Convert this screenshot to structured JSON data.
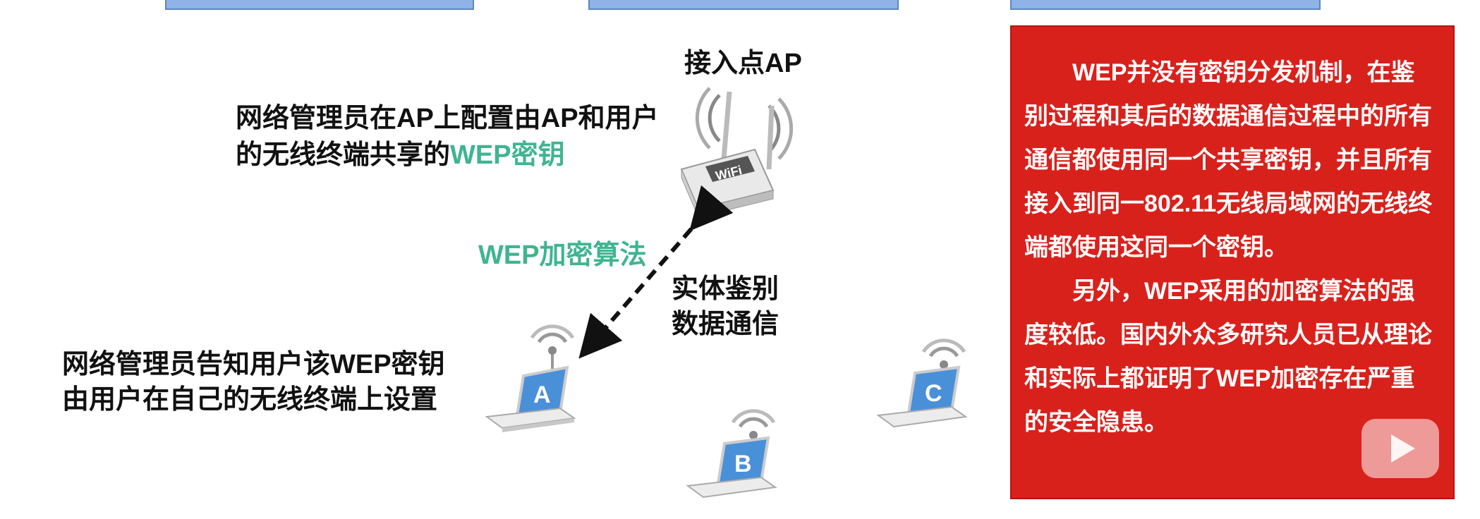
{
  "access_point": {
    "label": "接入点AP"
  },
  "admin_config": {
    "line1": "网络管理员在AP上配置由AP和用户",
    "line2_prefix": "的无线终端共享的",
    "line2_highlight": "WEP密钥"
  },
  "link": {
    "algorithm": "WEP加密算法",
    "purpose_line1": "实体鉴别",
    "purpose_line2": "数据通信"
  },
  "admin_tell": {
    "line1": "网络管理员告知用户该WEP密钥",
    "line2": "由用户在自己的无线终端上设置"
  },
  "terminals": [
    {
      "letter": "A"
    },
    {
      "letter": "B"
    },
    {
      "letter": "C"
    }
  ],
  "router_badge": "WiFi",
  "panel": {
    "paragraph1": "WEP并没有密钥分发机制，在鉴别过程和其后的数据通信过程中的所有通信都使用同一个共享密钥，并且所有接入到同一802.11无线局域网的无线终端都使用这同一个密钥。",
    "paragraph2": "另外，WEP采用的加密算法的强度较低。国内外众多研究人员已从理论和实际上都证明了WEP加密存在严重的安全隐患。"
  },
  "colors": {
    "highlight_green": "#3fb58f",
    "panel_red": "#d9211c",
    "top_bar_blue": "#8fb3e6",
    "screen_blue": "#4a90d9"
  }
}
